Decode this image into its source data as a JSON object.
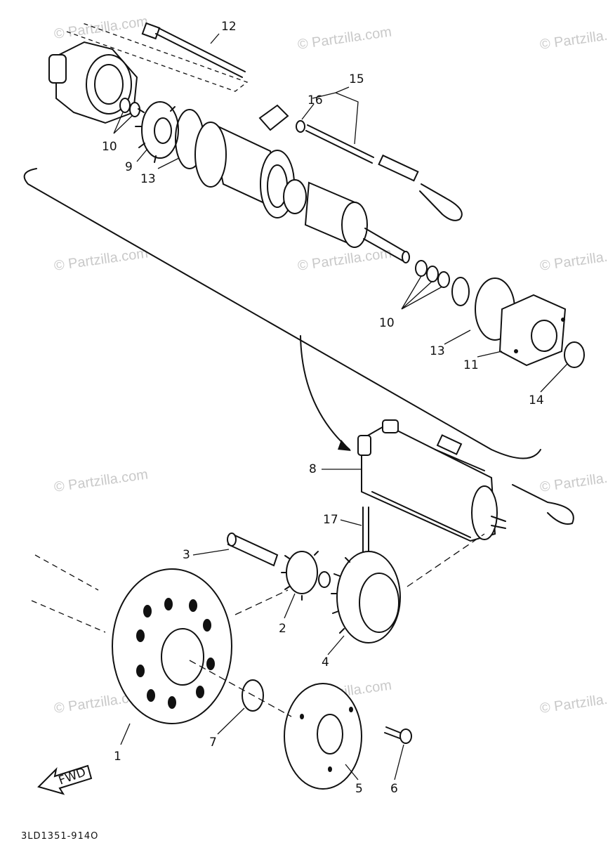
{
  "diagram_code": "3LD1351-914O",
  "fwd_label": "FWD",
  "watermark": "© Partzilla.com",
  "callouts": {
    "c1": "1",
    "c2": "2",
    "c3": "3",
    "c4": "4",
    "c5": "5",
    "c6": "6",
    "c7": "7",
    "c8": "8",
    "c9": "9",
    "c10a": "10",
    "c10b": "10",
    "c11": "11",
    "c12": "12",
    "c13a": "13",
    "c13b": "13",
    "c14": "14",
    "c15": "15",
    "c16": "16",
    "c17": "17"
  }
}
